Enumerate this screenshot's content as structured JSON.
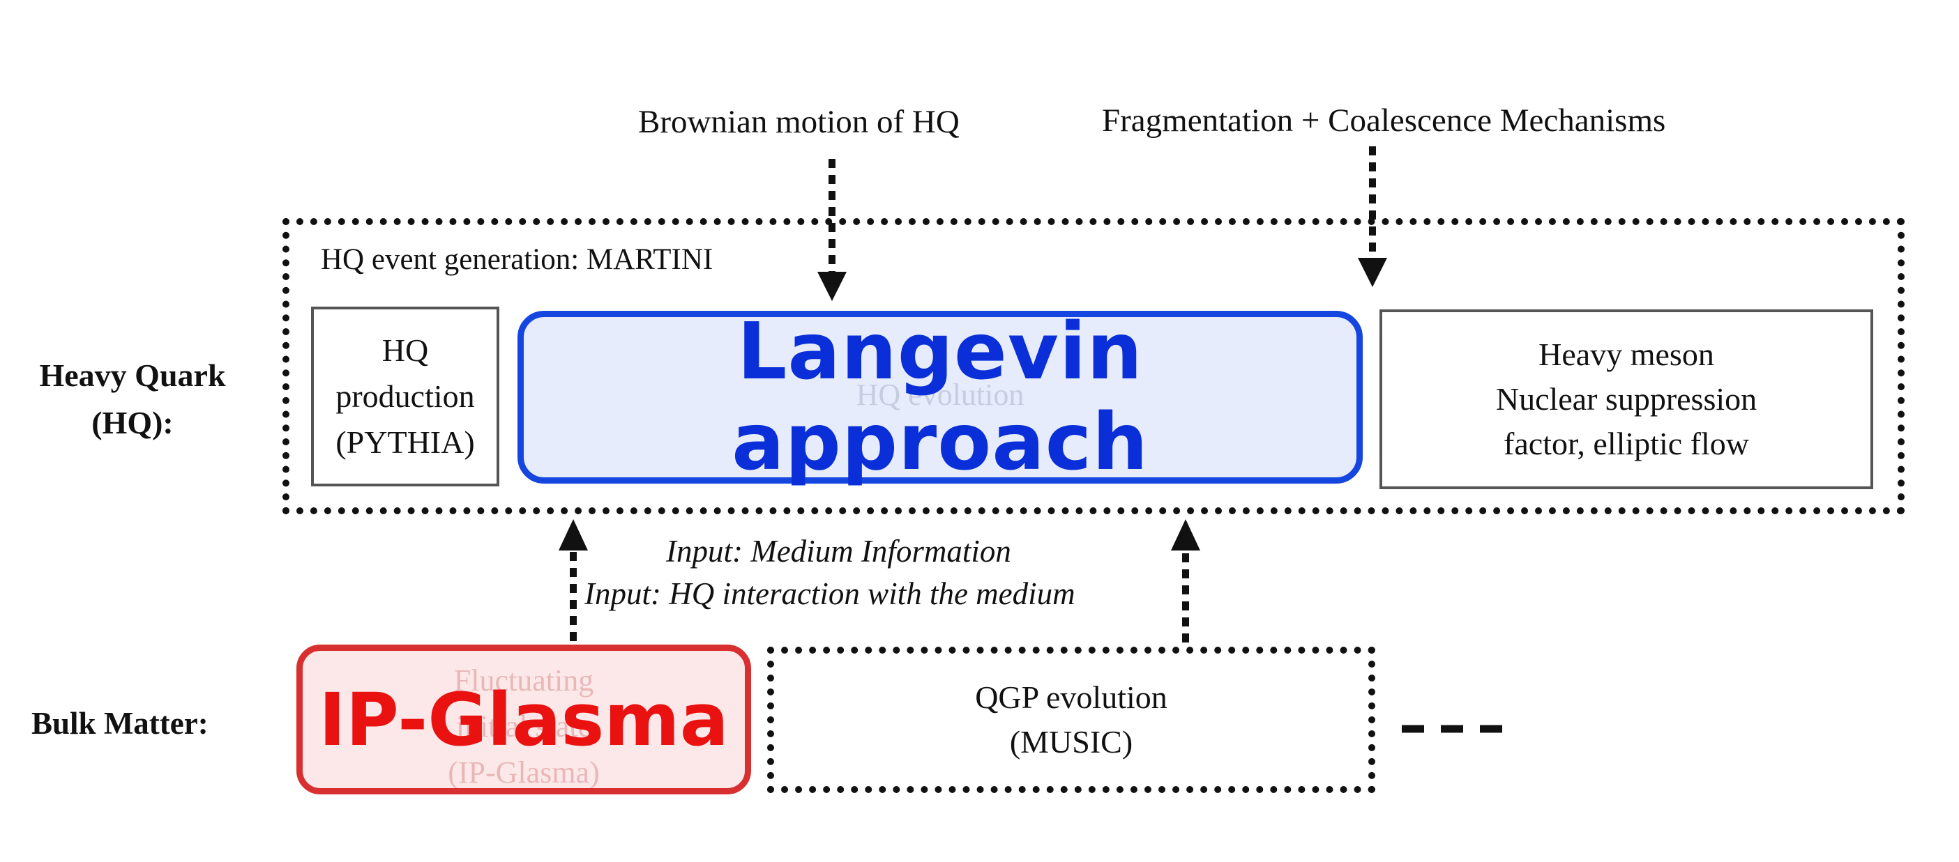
{
  "annotations": {
    "brownian": "Brownian motion of HQ",
    "fragmentation": "Fragmentation + Coalescence Mechanisms",
    "input_medium": "Input: Medium Information",
    "input_interaction": "Input: HQ interaction with the medium"
  },
  "row_labels": {
    "heavy_quark_line1": "Heavy Quark",
    "heavy_quark_line2": "(HQ):",
    "bulk_matter": "Bulk Matter:"
  },
  "hq_group": {
    "title": "HQ event generation: MARTINI"
  },
  "boxes": {
    "hq_production": [
      "HQ",
      "production",
      "(PYTHIA)"
    ],
    "langevin_underlay": "HQ evolution",
    "langevin": "Langevin approach",
    "heavy_meson": [
      "Heavy meson",
      "Nuclear suppression",
      "factor, elliptic flow"
    ],
    "ipglasma_underlay": [
      "Fluctuating",
      "initial state",
      "(IP-Glasma)"
    ],
    "ipglasma": "IP-Glasma",
    "qgp": [
      "QGP evolution",
      "(MUSIC)"
    ]
  },
  "colors": {
    "langevin_border": "#1646e0",
    "langevin_fill": "#e6ecfb",
    "langevin_text": "#0a2fd8",
    "ipglasma_border": "#d83030",
    "ipglasma_fill": "#fce8e8",
    "ipglasma_text": "#ea1111"
  }
}
